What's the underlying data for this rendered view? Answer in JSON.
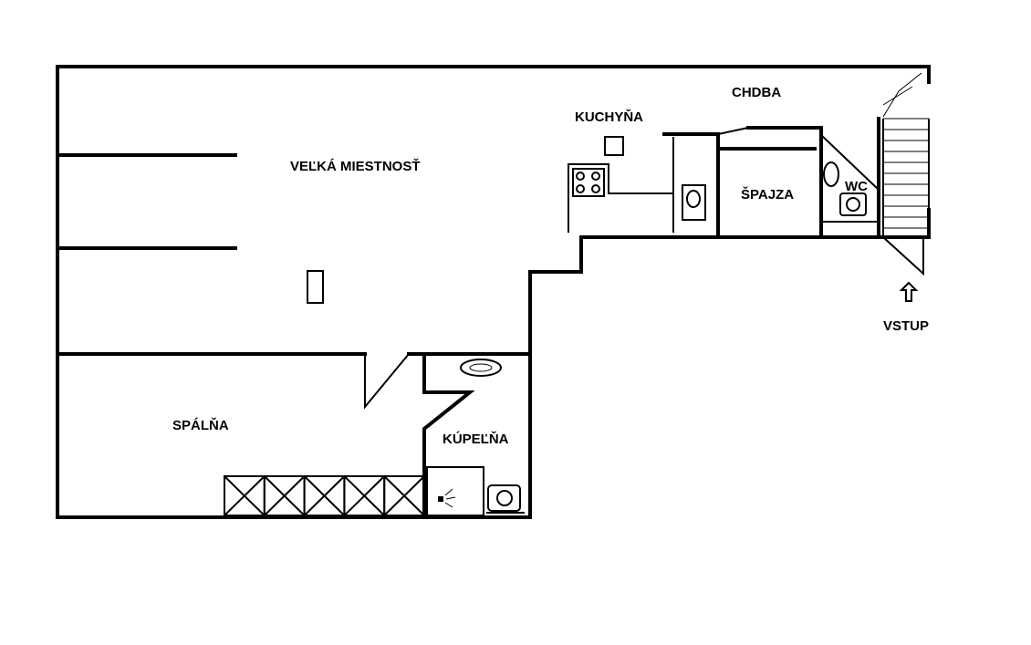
{
  "rooms": {
    "living": "VEĽKÁ MIESTNOSŤ",
    "kitchen": "KUCHYŇA",
    "hall": "CHDBA",
    "pantry": "ŠPAJZA",
    "wc": "WC",
    "bedroom": "SPÁLŇA",
    "bathroom": "KÚPEĽŇA"
  },
  "entrance": "VSTUP",
  "colors": {
    "line": "#000000",
    "background": "#ffffff"
  }
}
